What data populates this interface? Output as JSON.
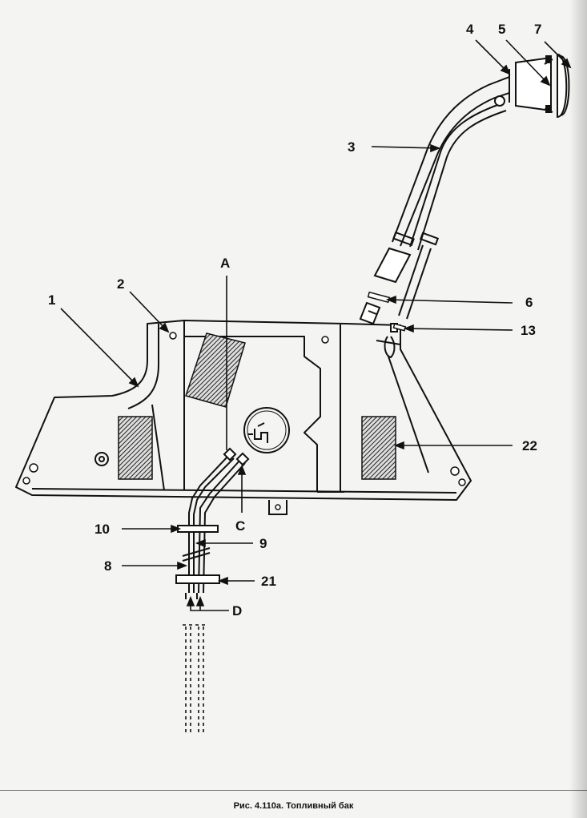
{
  "caption": "Рис. 4.110а. Топливный бак",
  "labels": {
    "l1": "1",
    "l2": "2",
    "l3": "3",
    "l4": "4",
    "l5": "5",
    "l6": "6",
    "l7": "7",
    "l8": "8",
    "l9": "9",
    "l10": "10",
    "l13": "13",
    "l21": "21",
    "l22": "22",
    "lA": "A",
    "lC": "C",
    "lD": "D"
  }
}
